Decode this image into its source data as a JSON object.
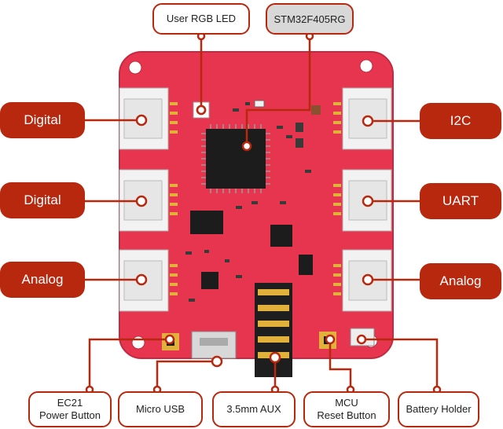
{
  "colors": {
    "board": "#e8354f",
    "board_edge": "#c12a40",
    "accent": "#b8280f",
    "connector": "#f2f2f2",
    "chip": "#1c1c1c",
    "gold": "#e2b13c"
  },
  "labels": {
    "user_rgb_led": "User RGB LED",
    "stm32": "STM32F405RG",
    "left_top": "Digital",
    "left_mid": "Digital",
    "left_bot": "Analog",
    "right_top": "I2C",
    "right_mid": "UART",
    "right_bot": "Analog",
    "ec21_line1": "EC21",
    "ec21_line2": "Power Button",
    "micro_usb": "Micro USB",
    "aux": "3.5mm AUX",
    "mcu_line1": "MCU",
    "mcu_line2": "Reset Button",
    "battery": "Battery Holder"
  }
}
